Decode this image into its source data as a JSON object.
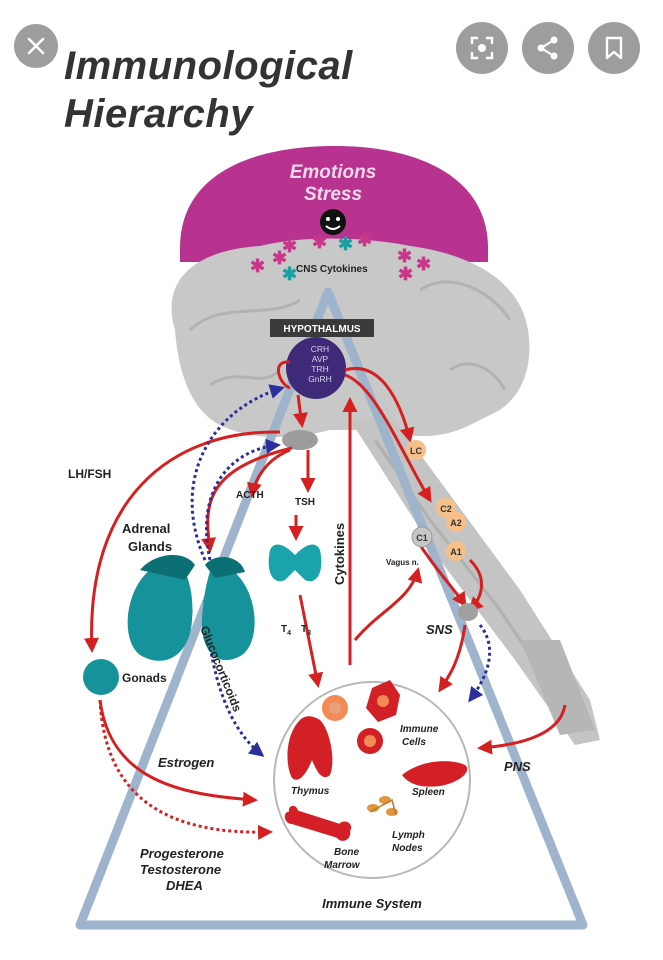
{
  "viewer": {
    "close_icon": "close-icon",
    "lens_icon": "lens-icon",
    "share_icon": "share-icon",
    "bookmark_icon": "bookmark-icon"
  },
  "title": {
    "line1": "Immunological",
    "line2": "Hierarchy"
  },
  "labels": {
    "emotions": "Emotions",
    "stress": "Stress",
    "cns_cytokines": "CNS Cytokines",
    "hypothalamus": "HYPOTHALMUS",
    "crh": "CRH",
    "avp": "AVP",
    "trh": "TRH",
    "gnrh": "GnRH",
    "lh_fsh": "LH/FSH",
    "acth": "ACTH",
    "tsh": "TSH",
    "adrenal1": "Adrenal",
    "adrenal2": "Glands",
    "cytokines": "Cytokines",
    "lc": "LC",
    "c2": "C2",
    "a2": "A2",
    "c1": "C1",
    "a1": "A1",
    "vagus": "Vagus n.",
    "t4": "T",
    "t4_sub": "4",
    "t3": "T",
    "t3_sub": "3",
    "glucocorticoids": "Glucocorticoids",
    "sns": "SNS",
    "gonads": "Gonads",
    "immune_cells1": "Immune",
    "immune_cells2": "Cells",
    "estrogen": "Estrogen",
    "pns": "PNS",
    "thymus": "Thymus",
    "spleen": "Spleen",
    "lymph1": "Lymph",
    "lymph2": "Nodes",
    "bone1": "Bone",
    "bone2": "Marrow",
    "progesterone": "Progesterone",
    "testosterone": "Testosterone",
    "dhea": "DHEA",
    "immune_system": "Immune System"
  },
  "colors": {
    "emotion_cap": "#b8338f",
    "brain": "#c8c8c8",
    "triangle": "#9eb3cc",
    "arrow_red": "#d42020",
    "arrow_blue": "#2a2f9a",
    "teal": "#16929a",
    "organ_red": "#d31f26",
    "hypothalamus": "#3e2a78"
  }
}
